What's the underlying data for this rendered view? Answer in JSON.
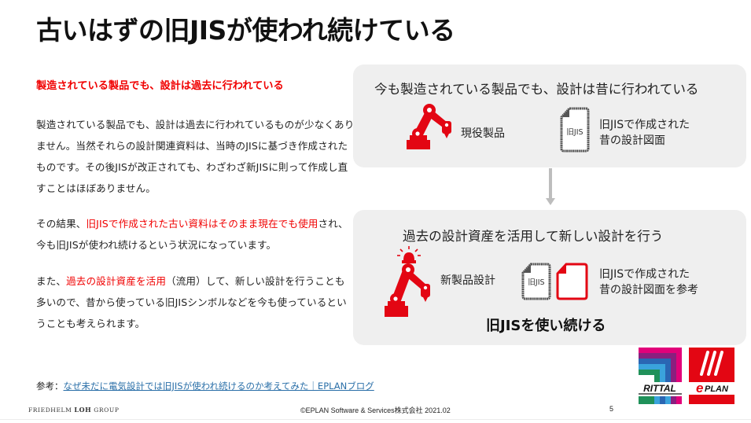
{
  "title": "古いはずの旧JISが使われ続けている",
  "left": {
    "subheading": "製造されている製品でも、設計は過去に行われている",
    "paragraph1": "製造されている製品でも、設計は過去に行われているものが少なくありません。当然それらの設計関連資料は、当時のJISに基づき作成されたものです。その後JISが改正されても、わざわざ新JISに則って作成し直すことはほぼありません。",
    "paragraph2": {
      "before": "その結果、",
      "highlight": "旧JISで作成された古い資料はそのまま現在でも使用",
      "after": "され、今も旧JISが使われ続けるという状況になっています。"
    },
    "paragraph3": {
      "before": "また、",
      "highlight": "過去の設計資産を活用",
      "after": "（流用）して、新しい設計を行うことも多いので、昔から使っている旧JISシンボルなどを今も使っているということも考えられます。"
    },
    "reference": {
      "prefix": "参考：",
      "link_text": "なぜ未だに電気設計では旧JISが使われ続けるのか考えてみた｜EPLANブログ"
    }
  },
  "diagram": {
    "top_panel": {
      "title": "今も製造されている製品でも、設計は昔に行われている",
      "item1_label": "現役製品",
      "item1_icon": "robot-arm-icon",
      "doc_icon_text": "旧JIS",
      "item2_label_line1": "旧JISで作成された",
      "item2_label_line2": "昔の設計図面"
    },
    "bottom_panel": {
      "title": "過去の設計資産を活用して新しい設計を行う",
      "item1_label": "新製品設計",
      "item1_icon": "robot-arm-with-beacon-icon",
      "doc_icon_text": "旧JIS",
      "item2_label_line1": "旧JISで作成された",
      "item2_label_line2": "昔の設計図面を参考",
      "conclusion": "旧JISを使い続ける"
    }
  },
  "logos": {
    "rittal": "RITTAL",
    "eplan": "PLAN"
  },
  "footer": {
    "group_part1": "FRIEDHELM ",
    "group_part2": "LOH",
    "group_part3": " GROUP",
    "copyright": "©EPLAN Software & Services株式会社  2021.02",
    "page_number": "5"
  },
  "colors": {
    "accent_red": "#e30613",
    "highlight_red": "#f00000",
    "panel_bg": "#efefef",
    "link_blue": "#2a6fa8"
  }
}
